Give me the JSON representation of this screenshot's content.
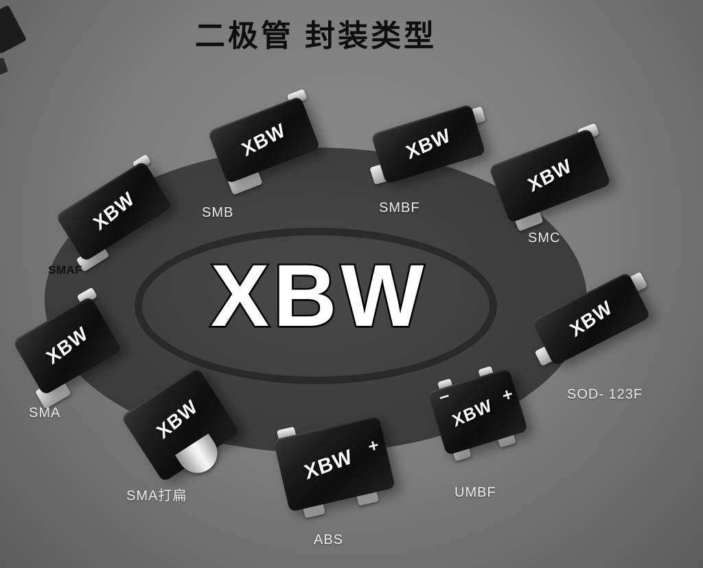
{
  "title": "二极管 封装类型",
  "watermark": "XBW",
  "packages": [
    {
      "id": "smaf",
      "label": "SMAF",
      "brand": "XBW"
    },
    {
      "id": "smb",
      "label": "SMB",
      "brand": "XBW"
    },
    {
      "id": "smbf",
      "label": "SMBF",
      "brand": "XBW"
    },
    {
      "id": "smc",
      "label": "SMC",
      "brand": "XBW"
    },
    {
      "id": "sod-123f",
      "label": "SOD- 123F",
      "brand": "XBW"
    },
    {
      "id": "umbf",
      "label": "UMBF",
      "brand": "XBW",
      "plus": "+",
      "minus": "−"
    },
    {
      "id": "abs",
      "label": "ABS",
      "brand": "XBW",
      "plus": "+"
    },
    {
      "id": "sma-flat",
      "label": "SMA打扁",
      "brand": "XBW"
    },
    {
      "id": "sma",
      "label": "SMA",
      "brand": "XBW"
    }
  ],
  "colors": {
    "background": "#7e7e7e",
    "ellipse": "#3e3e3e",
    "package_body": "#141414",
    "lead": "#d8d8d8",
    "watermark_fill": "#ffffff",
    "watermark_outline": "#000000",
    "title_color": "#0e0e0e",
    "label_color": "#ececec"
  }
}
